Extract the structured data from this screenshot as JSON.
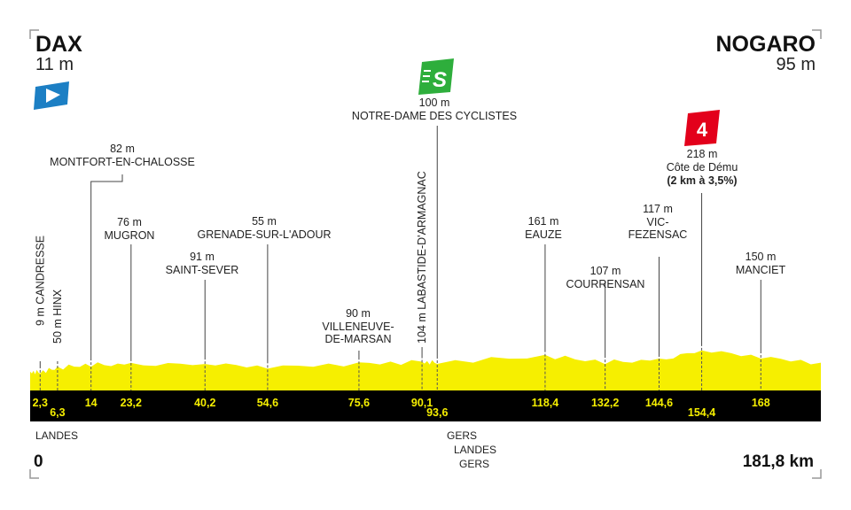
{
  "start": {
    "name": "DAX",
    "altitude": "11 m",
    "km": "0"
  },
  "finish": {
    "name": "NOGARO",
    "altitude": "95 m",
    "km": "181,8 km"
  },
  "sprint": {
    "altitude": "100 m",
    "name": "NOTRE-DAME DES CYCLISTES",
    "badge": "S"
  },
  "climb": {
    "category": "4",
    "altitude": "218 m",
    "name": "Côte de Dému",
    "detail": "(2 km à 3,5%)"
  },
  "regions": [
    {
      "label": "LANDES"
    },
    {
      "label": "GERS"
    },
    {
      "label": "LANDES"
    },
    {
      "label": "GERS"
    }
  ],
  "colors": {
    "profile": "#f6ef00",
    "bar": "#000000",
    "bar_text": "#f6ef00",
    "sprint": "#2eae3c",
    "climb": "#e3001b",
    "start_flag": "#1c7fc4",
    "finish_flag": "#e3001b"
  },
  "chart_data": {
    "type": "area",
    "x_range": [
      0,
      181.8
    ],
    "points": [
      {
        "km": "2,3",
        "x": 2.3,
        "altitude": "9 m",
        "name": "CANDRESSE"
      },
      {
        "km": "6,3",
        "x": 6.3,
        "altitude": "50 m",
        "name": "HINX"
      },
      {
        "km": "14",
        "x": 14,
        "altitude": "82 m",
        "name": "MONTFORT-EN-CHALOSSE"
      },
      {
        "km": "23,2",
        "x": 23.2,
        "altitude": "76 m",
        "name": "MUGRON"
      },
      {
        "km": "40,2",
        "x": 40.2,
        "altitude": "91 m",
        "name": "SAINT-SEVER"
      },
      {
        "km": "54,6",
        "x": 54.6,
        "altitude": "55 m",
        "name": "GRENADE-SUR-L'ADOUR"
      },
      {
        "km": "75,6",
        "x": 75.6,
        "altitude": "90 m",
        "name": "VILLENEUVE-",
        "name2": "DE-MARSAN"
      },
      {
        "km": "90,1",
        "x": 90.1,
        "altitude": "104 m",
        "name": "LABASTIDE-D'ARMAGNAC"
      },
      {
        "km": "93,6",
        "x": 93.6,
        "altitude": "100 m",
        "name": "NOTRE-DAME DES CYCLISTES"
      },
      {
        "km": "118,4",
        "x": 118.4,
        "altitude": "161 m",
        "name": "EAUZE"
      },
      {
        "km": "132,2",
        "x": 132.2,
        "altitude": "107 m",
        "name": "COURRENSAN"
      },
      {
        "km": "144,6",
        "x": 144.6,
        "altitude": "117 m",
        "name": "VIC-",
        "name2": "FEZENSAC"
      },
      {
        "km": "154,4",
        "x": 154.4,
        "altitude": "218 m",
        "name": "Côte de Dému"
      },
      {
        "km": "168",
        "x": 168,
        "altitude": "150 m",
        "name": "MANCIET"
      }
    ]
  }
}
